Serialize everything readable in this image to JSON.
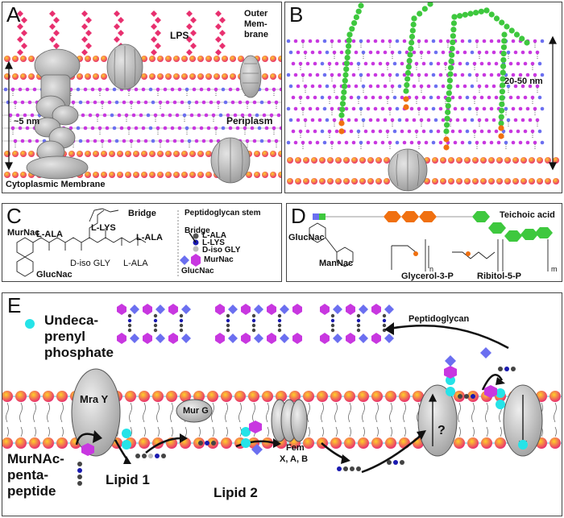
{
  "panels": {
    "A": {
      "letter": "A",
      "lps": "LPS",
      "outer": "Outer Membrane",
      "outer1": "Outer",
      "outer2": "Mem-",
      "outer3": "brane",
      "size": "~5 nm",
      "periplasm": "Periplasm",
      "cyto": "Cytoplasmic Membrane"
    },
    "B": {
      "letter": "B",
      "size": "20-50 nm"
    },
    "C": {
      "letter": "C",
      "murnac": "MurNac",
      "bridge": "Bridge",
      "lala1": "L-ALA",
      "llys": "L-LYS",
      "lala2": "L-ALA",
      "dgly": "D-iso GLY",
      "lala3": "L-ALA",
      "glucnac": "GlucNac",
      "stem_title": "Peptidoglycan stem",
      "stem_bridge": "Bridge",
      "stem_lala": "L-ALA",
      "stem_llys": "L-LYS",
      "stem_dgly": "D-iso GLY",
      "stem_murnac": "MurNac",
      "stem_glucnac": "GlucNac"
    },
    "D": {
      "letter": "D",
      "teichoic": "Teichoic acid",
      "glucnac": "GlucNac",
      "mannac": "ManNac",
      "glycerol": "Glycerol-3-P",
      "ribitol": "Ribitol-5-P",
      "n": "n",
      "m": "m"
    },
    "E": {
      "letter": "E",
      "undeca1": "Undeca-",
      "undeca2": "prenyl",
      "undeca3": "phosphate",
      "peptidoglycan": "Peptidoglycan",
      "mray": "Mra Y",
      "murg": "Mur G",
      "fem1": "Fem",
      "fem2": "X, A, B",
      "question": "?",
      "murnac1": "MurNAc-",
      "murnac2": "penta-",
      "murnac3": "peptide",
      "lipid1": "Lipid 1",
      "lipid2": "Lipid 2"
    }
  },
  "colors": {
    "lps": "#e8306f",
    "murnac": "#c837e0",
    "glucnac": "#6b6ff0",
    "teichoic": "#3ec83e",
    "orange": "#f07010",
    "cyan": "#25e3e8",
    "protein": "#c8c8c8",
    "lipid_head": "#f08a2a"
  }
}
